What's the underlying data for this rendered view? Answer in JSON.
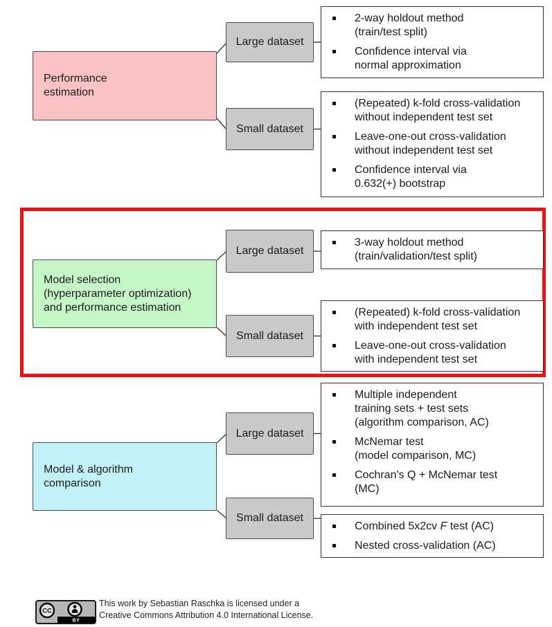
{
  "figure": {
    "highlight_color": "#ee1111",
    "box_colors": {
      "performance": "#fbc3c5",
      "model_selection": "#c6f7c7",
      "comparison": "#c3f2f9",
      "dataset": "#cacaca"
    },
    "sections": [
      {
        "root_label": "Performance\nestimation",
        "branches": [
          {
            "label": "Large dataset",
            "bullets": [
              "2-way holdout method\n(train/test split)",
              "Confidence interval via\nnormal approximation"
            ]
          },
          {
            "label": "Small dataset",
            "bullets": [
              "(Repeated) k-fold cross-validation\nwithout independent test set",
              "Leave-one-out cross-validation\nwithout independent test set",
              "Confidence interval via\n0.632(+) bootstrap"
            ]
          }
        ]
      },
      {
        "root_label": "Model selection\n(hyperparameter optimization)\nand performance estimation",
        "highlighted": true,
        "branches": [
          {
            "label": "Large dataset",
            "bullets": [
              "3-way holdout method\n(train/validation/test split)"
            ]
          },
          {
            "label": "Small dataset",
            "bullets": [
              "(Repeated) k-fold cross-validation\nwith independent test set",
              "Leave-one-out cross-validation\nwith independent test set"
            ]
          }
        ]
      },
      {
        "root_label": "Model & algorithm\ncomparison",
        "branches": [
          {
            "label": "Large dataset",
            "bullets": [
              "Multiple independent\ntraining sets + test sets\n(algorithm comparison, AC)",
              "McNemar test\n(model comparison, MC)",
              "Cochran's Q + McNemar test\n(MC)"
            ]
          },
          {
            "label": "Small dataset",
            "bullets": [
              "Combined 5x2cv *F* test (AC)",
              "Nested cross-validation (AC)"
            ]
          }
        ]
      }
    ],
    "footer": {
      "badge": {
        "cc": "CC",
        "by": "BY"
      },
      "license": "This work by Sebastian Raschka is licensed under a\nCreative Commons Attribution 4.0 International License."
    }
  }
}
